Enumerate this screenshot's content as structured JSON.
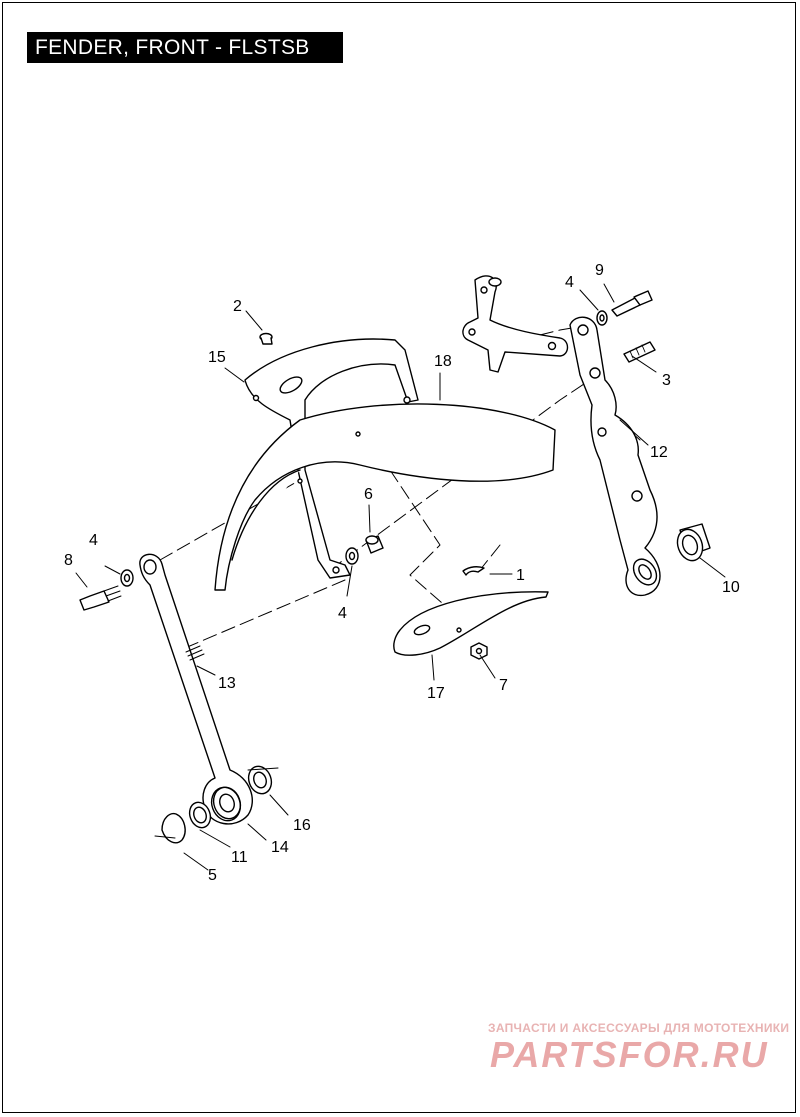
{
  "title": "FENDER, FRONT - FLSTSB",
  "callouts": {
    "c1": "1",
    "c2": "2",
    "c3": "3",
    "c4a": "4",
    "c4b": "4",
    "c4c": "4",
    "c5": "5",
    "c6": "6",
    "c7": "7",
    "c8": "8",
    "c9": "9",
    "c10": "10",
    "c11": "11",
    "c12": "12",
    "c13": "13",
    "c14": "14",
    "c15": "15",
    "c16": "16",
    "c17": "17",
    "c18": "18"
  },
  "watermark": {
    "tagline": "ЗАПЧАСТИ И АКСЕССУАРЫ ДЛЯ МОТОТЕХНИКИ",
    "brand": "PARTSFOR.RU"
  }
}
